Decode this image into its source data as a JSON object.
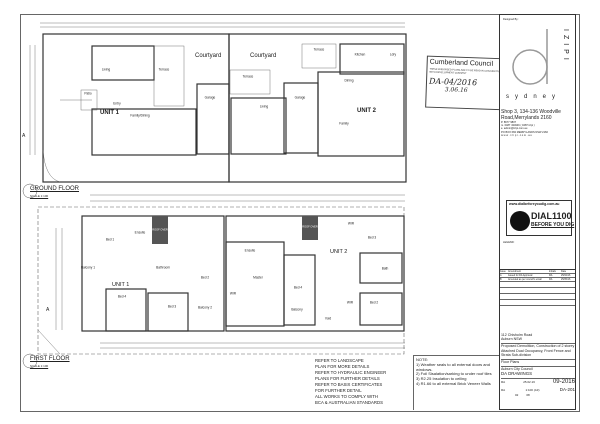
{
  "ground_floor": {
    "title": "GROUND FLOOR",
    "scale": "SCALE 1:100",
    "section_marker": "A",
    "courtyards": [
      "Courtyard",
      "Courtyard"
    ],
    "unit1": {
      "label": "UNIT 1",
      "rooms": [
        "Living",
        "Terrace",
        "Patio",
        "Entry",
        "Family/Dining",
        "Garage"
      ]
    },
    "unit2": {
      "label": "UNIT 2",
      "rooms": [
        "Terrace",
        "Kitchen",
        "Ldry",
        "Dining",
        "Terrace",
        "Living",
        "Garage",
        "Family"
      ]
    }
  },
  "first_floor": {
    "title": "FIRST FLOOR",
    "scale": "SCALE 1:100",
    "section_marker": "A",
    "unit1": {
      "label": "UNIT 1",
      "rooms": [
        "Bed 1",
        "Ensuite",
        "ROOF OVER",
        "Balcony 1",
        "Bathroom",
        "Bed 2",
        "Bed 4",
        "Bed 3",
        "Balcony 2"
      ]
    },
    "unit2": {
      "label": "UNIT 2",
      "rooms": [
        "ROOF OVER",
        "WIR",
        "Bed 3",
        "Ensuite",
        "Master",
        "WIR",
        "Bed 4",
        "Balcony",
        "Bath",
        "Void",
        "WIR",
        "Bed 2"
      ]
    }
  },
  "general_notes": [
    "REFER TO LANDSCAPE",
    "PLAN FOR MORE DETAILS",
    "REFER TO HYDRAULIC ENGINEER",
    "PLANS FOR FURTHER DETAILS",
    "REFER TO BASIX CERTIFICATES",
    "FOR FURTHER DETAIL",
    "ALL WORKS TO COMPLY WITH",
    "BCA & AUSTRALIAN STANDARDS"
  ],
  "note_box": {
    "title": "NOTE:",
    "items": [
      "1) Weather seals to all external doors and windows.",
      "2) Foil Sisalation/sarking to under roof tiles",
      "3) R2.25 Insulation to ceiling",
      "4) R1.66 to all external Brick Veneer Walls"
    ]
  },
  "council_stamp": {
    "title": "Cumberland Council",
    "text": "THESE ENDORSED PLANS ARE TO BE READ IN CONJUNCTION WITH DEVELOPMENT CONSENT",
    "number": "DA-04/2016",
    "date": "3.06.16"
  },
  "title_block": {
    "designed_by": "Designed By:",
    "logo_letters": "IZIPI",
    "logo_sub": "sydney",
    "address": [
      "Shop 3, 134-136 Woodville",
      "Road,Merrylands 2160",
      "P. 8677 9807",
      "m. 0487 434946 ( 0487 izipi )",
      "e. admin@izipi.com.au",
      "PO BOX 684 MERRYLANDS NSW 2160",
      "w w w . i z i p i . c o m . a u"
    ],
    "dial_url": "www.dialbeforeyoudig.com.au",
    "dial_main": "DIAL1100",
    "dial_sub": "BEFORE YOU DIG",
    "legend_label": "LEGEND:",
    "revisions_header": [
      "Issue",
      "Amendment",
      "Initials",
      "Date"
    ],
    "revisions": [
      [
        "A",
        "Issued for DA Approval",
        "RA",
        "25/02/16"
      ],
      [
        "B",
        "Amended as per council's email",
        "RA",
        "25/05/16"
      ]
    ],
    "site_address": [
      "112 Chisholm Road",
      "Auburn NSW"
    ],
    "project": "Proposed Demolition, Construction of 2 storey Attached Dual Occupancy, Front Fence and Strata Sub-division",
    "title": "Floor Plans",
    "client": "Auburn City Council",
    "drawing_type": "DA DRAWINGS",
    "drawn": "RA",
    "date": "25.02.16",
    "project_no": "09-2016",
    "checked": "RA",
    "scale": "1:100 (A3)",
    "drawing_no": "DA-201",
    "sheet": "02",
    "of": "08"
  }
}
